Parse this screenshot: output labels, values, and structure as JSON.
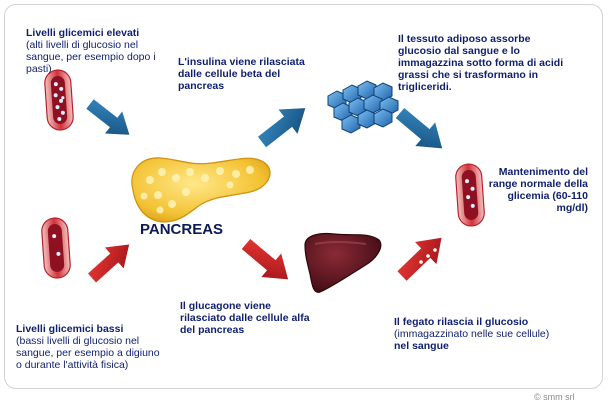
{
  "texts": {
    "high_title": "Livelli glicemici elevati",
    "high_detail": "(alti livelli di glucosio nel sangue, per esempio dopo i pasti)",
    "insulin": "L'insulina viene rilasciata dalle cellule beta del pancreas",
    "adipose": "Il tessuto adiposo assorbe glucosio dal sangue e lo immagazzina sotto forma di acidi grassi che si trasformano in trigliceridi.",
    "maintenance": "Mantenimento del range normale della glicemia (60-110 mg/dl)",
    "pancreas": "PANCREAS",
    "glucagon": "Il glucagone viene rilasciato dalle cellule alfa del pancreas",
    "liver_title": "Il fegato rilascia il glucosio",
    "liver_detail": "(immagazzinato nelle sue cellule)",
    "liver_tail": "nel sangue",
    "low_title": "Livelli glicemici bassi",
    "low_detail": "(bassi livelli di glucosio nel sangue, per esempio a digiuno o durante l'attività fisica)",
    "copyright": "© smm srl"
  },
  "colors": {
    "text": "#0e1f6e",
    "arrow_blue": "#1d6a9e",
    "arrow_red": "#cf1f23",
    "pancreas": "#f4c63c",
    "liver": "#5b1420",
    "adipose": "#3f8ed6",
    "vessel": "#c0182a"
  },
  "icons": [
    "blood-vessel-icon",
    "pancreas-icon",
    "liver-icon",
    "adipose-cells-icon",
    "arrow-icon"
  ]
}
